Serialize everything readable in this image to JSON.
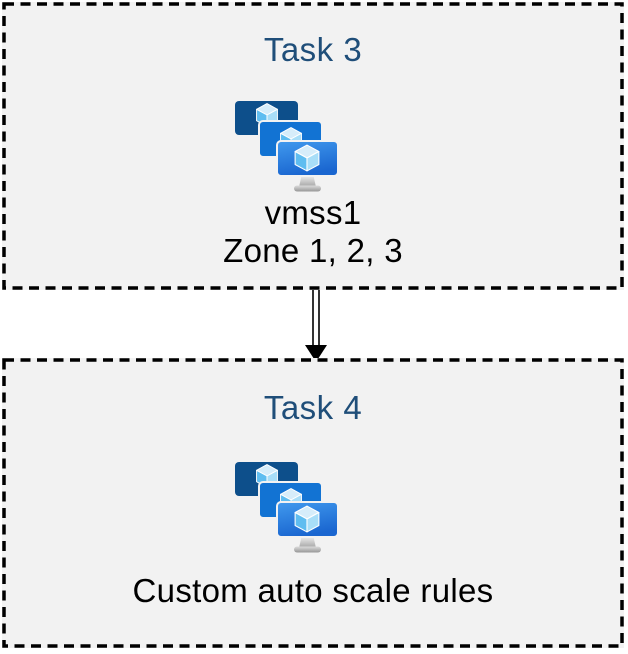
{
  "diagram": {
    "type": "flow",
    "direction": "top-to-bottom",
    "background": "#ffffff"
  },
  "tasks": [
    {
      "id": "task3",
      "title": "Task 3",
      "icon": "vm-scale-sets-icon",
      "lines": [
        "vmss1",
        "Zone 1, 2, 3"
      ]
    },
    {
      "id": "task4",
      "title": "Task 4",
      "icon": "vm-scale-sets-icon",
      "lines": [
        "Custom auto scale rules"
      ]
    }
  ],
  "connector": {
    "from": "task3",
    "to": "task4",
    "style": "double-line",
    "arrowhead": "solid-triangle-down"
  },
  "colors": {
    "box_fill": "#f2f2f2",
    "box_border": "#000000",
    "title_text": "#1f4e79",
    "body_text": "#000000",
    "monitor_back": "#0d4f8b",
    "monitor_middle": "#1273d3",
    "monitor_front_top": "#3e97ec",
    "monitor_front_bottom": "#1a66d0",
    "cube_top": "#d6edfa",
    "cube_left": "#5fbdf0",
    "cube_right": "#a8def8",
    "stand_gray": "#b7b7b7"
  }
}
